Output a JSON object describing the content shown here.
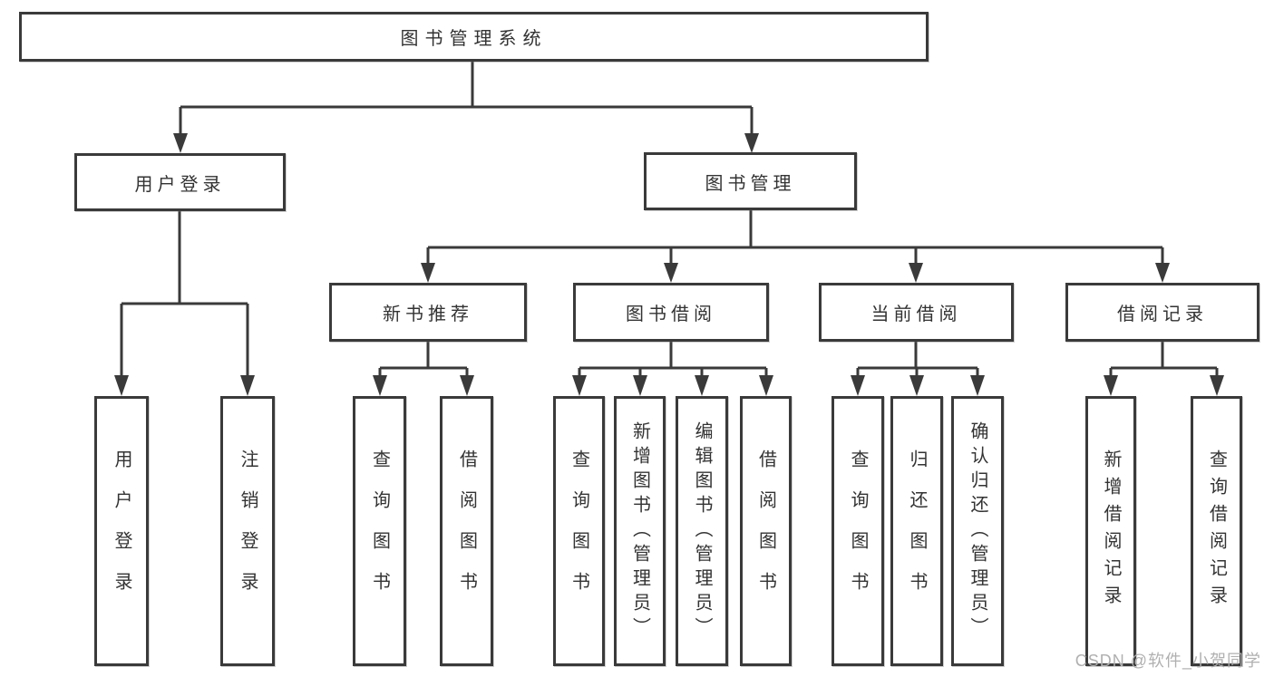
{
  "colors": {
    "line": "#3a3a3a",
    "box_border": "#3a3a3a",
    "text": "#333333",
    "watermark": "#b0b0b0",
    "background": "#ffffff"
  },
  "nodes": {
    "root": "图书管理系统",
    "branches": [
      {
        "label": "用户登录",
        "children": [
          "用户登录",
          "注销登录"
        ]
      },
      {
        "label": "图书管理",
        "children": [
          {
            "label": "新书推荐",
            "children": [
              "查询图书",
              "借阅图书"
            ]
          },
          {
            "label": "图书借阅",
            "children": [
              "查询图书",
              "新增图书（管理员）",
              "编辑图书（管理员）",
              "借阅图书"
            ]
          },
          {
            "label": "当前借阅",
            "children": [
              "查询图书",
              "归还图书",
              "确认归还（管理员）"
            ]
          },
          {
            "label": "借阅记录",
            "children": [
              "新增借阅记录",
              "查询借阅记录"
            ]
          }
        ]
      }
    ]
  },
  "watermark": {
    "text": "CSDN @软件_小贺同学"
  }
}
